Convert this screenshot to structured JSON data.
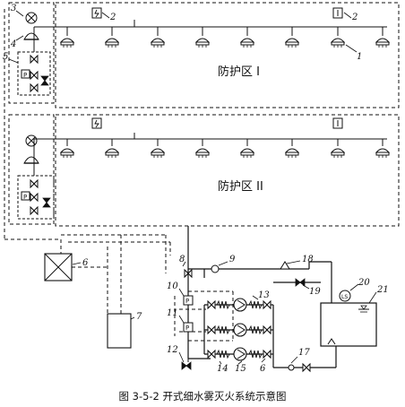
{
  "zones": [
    {
      "label": "防护区 I"
    },
    {
      "label": "防护区 II"
    }
  ],
  "callouts": [
    "1",
    "2",
    "2",
    "3",
    "4",
    "5",
    "6",
    "7",
    "8",
    "9",
    "10",
    "11",
    "12",
    "13",
    "14",
    "15",
    "6",
    "17",
    "18",
    "19",
    "20",
    "21"
  ],
  "caption": "图 3-5-2 开式细水雾灭火系统示意图",
  "colors": {
    "line": "#111111",
    "background": "#ffffff"
  }
}
